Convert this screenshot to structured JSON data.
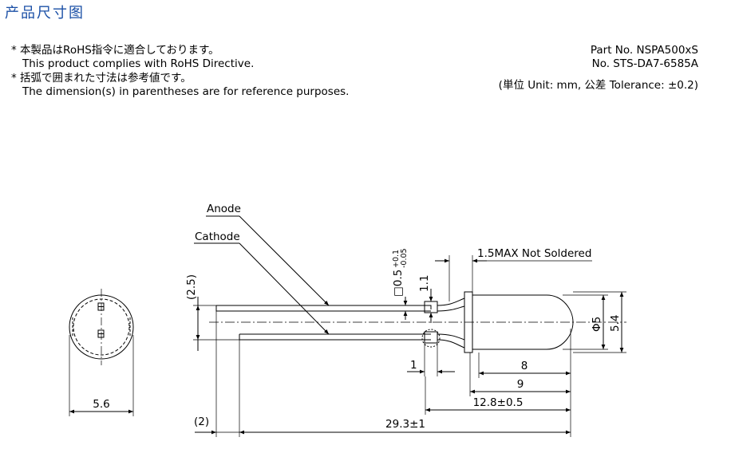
{
  "title": "产品尺寸图",
  "notes": {
    "line1": "* 本製品はRoHS指令に適合しております。",
    "line2": "This product complies with RoHS Directive.",
    "line3": "* 括弧で囲まれた寸法は参考値です。",
    "line4": "The dimension(s) in parentheses are for reference purposes."
  },
  "part_info": {
    "part_no": "Part No. NSPA500xS",
    "doc_no": "No. STS-DA7-6585A",
    "unit": "(単位 Unit: mm,  公差 Tolerance: ±0.2)"
  },
  "drawing": {
    "anode": "Anode",
    "cathode": "Cathode",
    "not_soldered": "1.5MAX Not Soldered",
    "lead_size_base": "□0.5",
    "lead_tol_plus": "+0.1",
    "lead_tol_minus": "-0.05",
    "dim_1_1": "1.1",
    "dim_2_5": "(2.5)",
    "dim_phi5": "Φ5",
    "dim_5_4": "5.4",
    "dim_1": "1",
    "dim_8": "8",
    "dim_9": "9",
    "dim_12_8": "12.8±0.5",
    "dim_2": "(2)",
    "dim_29_3": "29.3±1",
    "dim_5_6": "5.6"
  }
}
